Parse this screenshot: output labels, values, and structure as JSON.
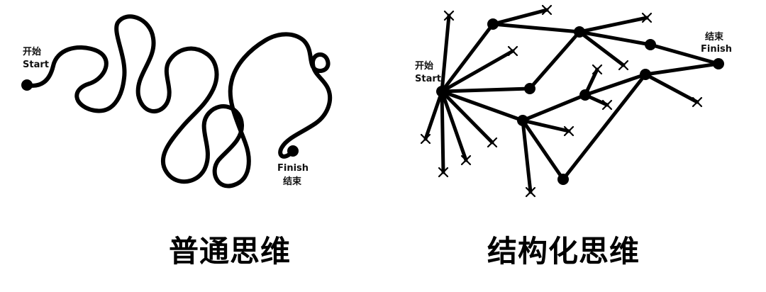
{
  "left_panel": {
    "start_zh": "开始",
    "start_en": "Start",
    "finish_en": "Finish",
    "finish_zh": "结束",
    "caption": "普通思维"
  },
  "right_panel": {
    "start_zh": "开始",
    "start_en": "Start",
    "finish_zh": "结束",
    "finish_en": "Finish",
    "caption": "结构化思维"
  }
}
